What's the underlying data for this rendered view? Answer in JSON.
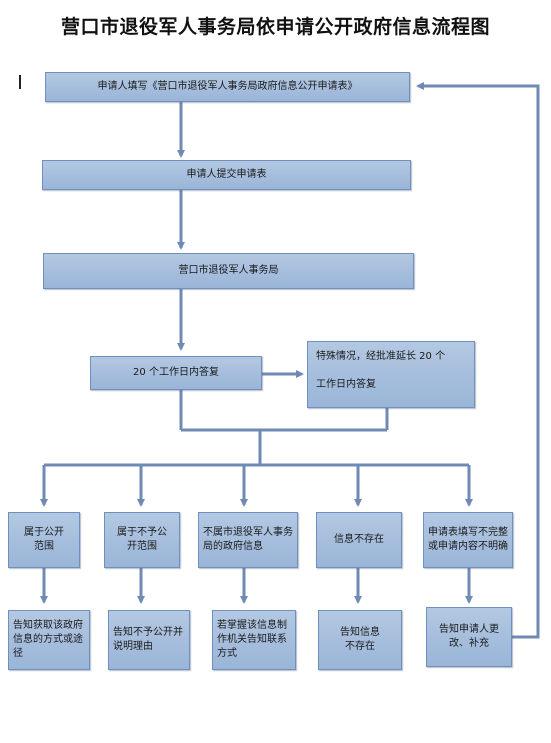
{
  "title": "营口市退役军人事务局依申请公开政府信息流程图",
  "colors": {
    "box_fill": "#a9c0df",
    "box_border": "#6f8fbd",
    "arrow": "#6f8ab3"
  },
  "nodes": {
    "fill_form": "申请人填写《营口市退役军人事务局政府信息公开申请表》",
    "submit_form": "申请人提交申请表",
    "bureau": "营口市退役军人事务局",
    "reply_20": "20 个工作日内答复",
    "extension_line1": "特殊情况，经批准延长 20 个",
    "extension_line2": "工作日内答复",
    "cat_public": "属于公开范围",
    "cat_not_public": "属于不予公开范围",
    "cat_other_agency": "不属市退役军人事务局的政府信息",
    "cat_not_exist": "信息不存在",
    "cat_unclear": "申请表填写不完整或申请内容不明确",
    "res_public": "告知获取该政府信息的方式或途径",
    "res_not_public": "告知不予公开并说明理由",
    "res_other_agency": "若掌握该信息制作机关告知联系方式",
    "res_not_exist": "告知信息不存在",
    "res_unclear": "告知申请人更改、补充"
  }
}
